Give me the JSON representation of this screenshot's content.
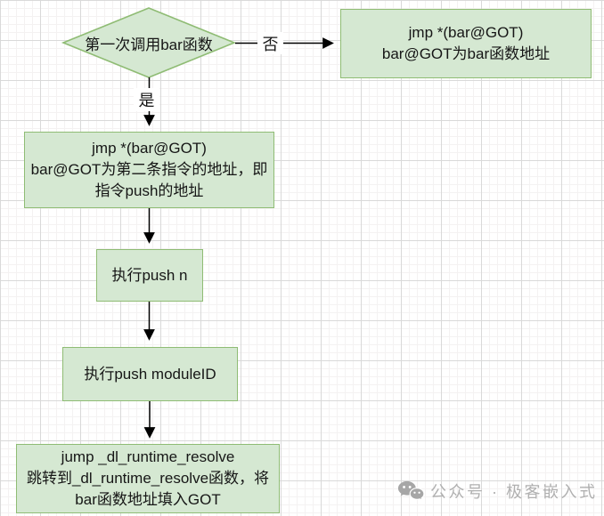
{
  "diagram": {
    "decision": {
      "label": "第一次调用bar函数"
    },
    "branch_labels": {
      "no": "否",
      "yes": "是"
    },
    "nodes": {
      "got_resolved": {
        "line1": "jmp *(bar@GOT)",
        "line2": "bar@GOT为bar函数地址"
      },
      "got_unresolved": {
        "line1": "jmp *(bar@GOT)",
        "line2": "bar@GOT为第二条指令的地址，即指令push的地址"
      },
      "push_n": {
        "label": "执行push n"
      },
      "push_module_id": {
        "label": "执行push moduleID"
      },
      "runtime_resolve": {
        "line1": "jump _dl_runtime_resolve",
        "line2": "跳转到_dl_runtime_resolve函数，将bar函数地址填入GOT"
      }
    }
  },
  "watermark": {
    "icon": "wechat-icon",
    "text": "公众号 · 极客嵌入式"
  },
  "colors": {
    "node_fill": "#d5e8d2",
    "node_border": "#8fbc74",
    "connector": "#000000",
    "grid_major": "#d9d9d9",
    "grid_minor": "#f4f2f2",
    "watermark_gray": "#b0b0b0"
  }
}
